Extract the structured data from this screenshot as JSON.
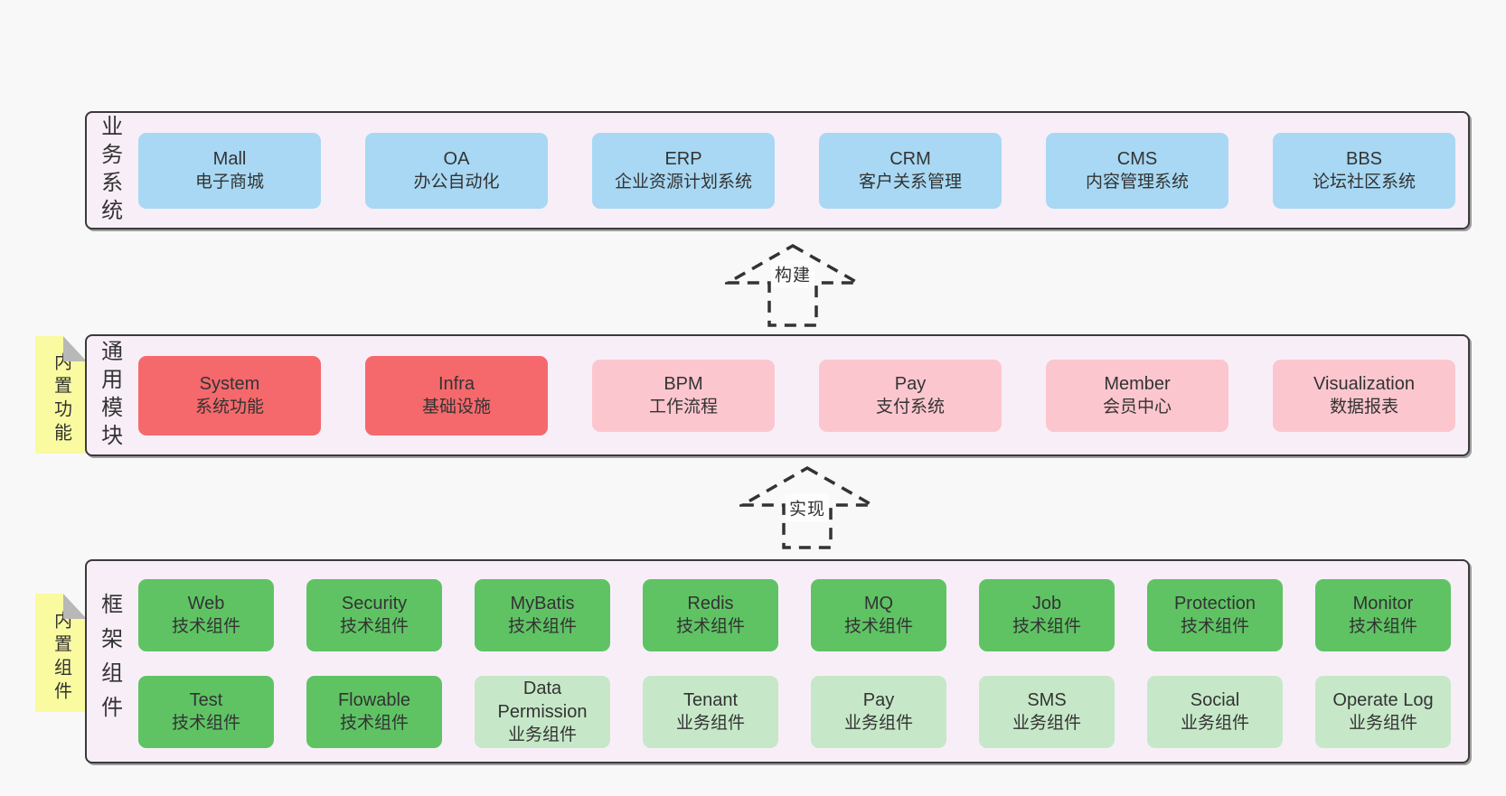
{
  "colors": {
    "page_bg": "#f8f8f8",
    "band_bg": "#f8eef8",
    "border": "#3a3a3a",
    "text": "#333333",
    "blue": "#a8d8f3",
    "red": "#f5696c",
    "pink": "#fcc6ce",
    "green": "#5fc364",
    "light_green": "#c6e8c8",
    "note_yellow": "#fafaa0",
    "note_fold": "#b8b8b8"
  },
  "sections": {
    "business": {
      "side_label": "业务系统",
      "boxes": [
        {
          "title": "Mall",
          "subtitle": "电子商城",
          "variant": "blue"
        },
        {
          "title": "OA",
          "subtitle": "办公自动化",
          "variant": "blue"
        },
        {
          "title": "ERP",
          "subtitle": "企业资源计划系统",
          "variant": "blue"
        },
        {
          "title": "CRM",
          "subtitle": "客户关系管理",
          "variant": "blue"
        },
        {
          "title": "CMS",
          "subtitle": "内容管理系统",
          "variant": "blue"
        },
        {
          "title": "BBS",
          "subtitle": "论坛社区系统",
          "variant": "blue"
        }
      ]
    },
    "modules": {
      "side_label": "通用模块",
      "note_label": "内置功能",
      "boxes": [
        {
          "title": "System",
          "subtitle": "系统功能",
          "variant": "red"
        },
        {
          "title": "Infra",
          "subtitle": "基础设施",
          "variant": "red"
        },
        {
          "title": "BPM",
          "subtitle": "工作流程",
          "variant": "pink"
        },
        {
          "title": "Pay",
          "subtitle": "支付系统",
          "variant": "pink"
        },
        {
          "title": "Member",
          "subtitle": "会员中心",
          "variant": "pink"
        },
        {
          "title": "Visualization",
          "subtitle": "数据报表",
          "variant": "pink"
        }
      ]
    },
    "components": {
      "side_label": "框架组件",
      "note_label": "内置组件",
      "rows": [
        [
          {
            "title": "Web",
            "subtitle": "技术组件",
            "variant": "green"
          },
          {
            "title": "Security",
            "subtitle": "技术组件",
            "variant": "green"
          },
          {
            "title": "MyBatis",
            "subtitle": "技术组件",
            "variant": "green"
          },
          {
            "title": "Redis",
            "subtitle": "技术组件",
            "variant": "green"
          },
          {
            "title": "MQ",
            "subtitle": "技术组件",
            "variant": "green"
          },
          {
            "title": "Job",
            "subtitle": "技术组件",
            "variant": "green"
          },
          {
            "title": "Protection",
            "subtitle": "技术组件",
            "variant": "green"
          },
          {
            "title": "Monitor",
            "subtitle": "技术组件",
            "variant": "green"
          }
        ],
        [
          {
            "title": "Test",
            "subtitle": "技术组件",
            "variant": "green"
          },
          {
            "title": "Flowable",
            "subtitle": "技术组件",
            "variant": "green"
          },
          {
            "title": "Data Permission",
            "subtitle": "业务组件",
            "variant": "light_green"
          },
          {
            "title": "Tenant",
            "subtitle": "业务组件",
            "variant": "light_green"
          },
          {
            "title": "Pay",
            "subtitle": "业务组件",
            "variant": "light_green"
          },
          {
            "title": "SMS",
            "subtitle": "业务组件",
            "variant": "light_green"
          },
          {
            "title": "Social",
            "subtitle": "业务组件",
            "variant": "light_green"
          },
          {
            "title": "Operate Log",
            "subtitle": "业务组件",
            "variant": "light_green"
          }
        ]
      ]
    }
  },
  "arrows": [
    {
      "label": "构建"
    },
    {
      "label": "实现"
    }
  ]
}
